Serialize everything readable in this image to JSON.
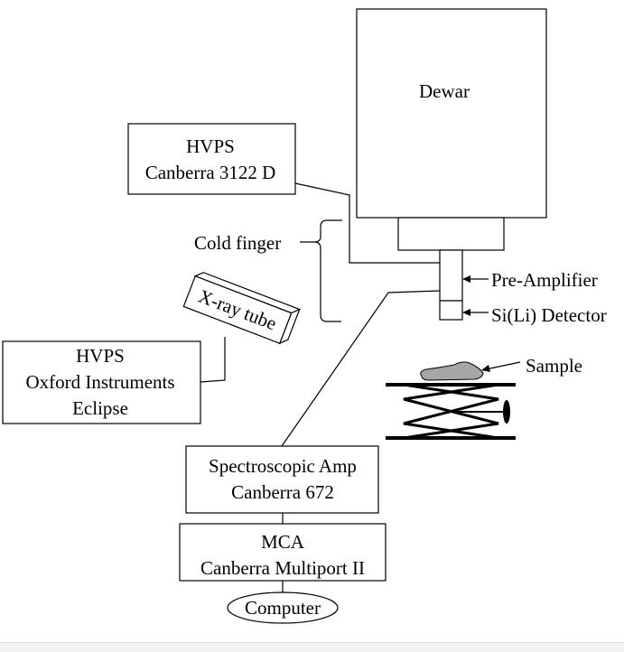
{
  "labels": {
    "dewar": "Dewar",
    "hvps_canberra_line1": "HVPS",
    "hvps_canberra_line2": "Canberra 3122 D",
    "cold_finger": "Cold finger",
    "pre_amplifier": "Pre-Amplifier",
    "detector": "Si(Li) Detector",
    "xray_tube": "X-ray tube",
    "hvps_oxford_line1": "HVPS",
    "hvps_oxford_line2": "Oxford Instruments",
    "hvps_oxford_line3": "Eclipse",
    "sample": "Sample",
    "spec_amp_line1": "Spectroscopic Amp",
    "spec_amp_line2": "Canberra 672",
    "mca_line1": "MCA",
    "mca_line2": "Canberra Multiport II",
    "computer": "Computer"
  },
  "colors": {
    "stroke": "#000000",
    "sample_fill": "#a6a6a6",
    "background": "#ffffff"
  }
}
